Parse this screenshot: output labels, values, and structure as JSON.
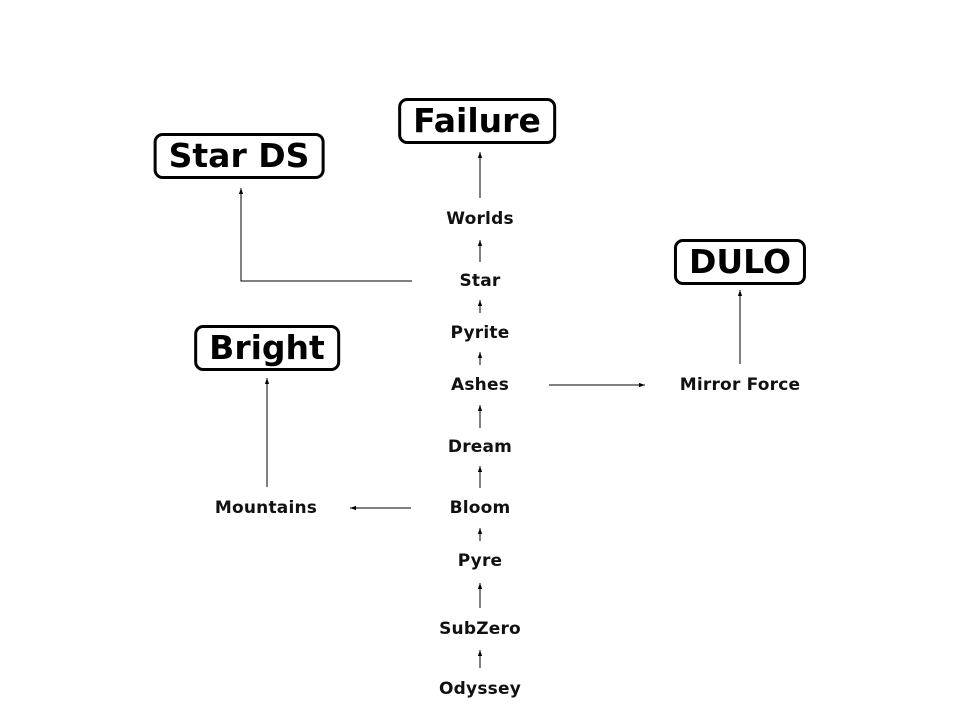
{
  "colors": {
    "ink": "#000000",
    "background": "#ffffff"
  },
  "nodes": {
    "worlds": "Worlds",
    "star": "Star",
    "pyrite": "Pyrite",
    "ashes": "Ashes",
    "dream": "Dream",
    "bloom": "Bloom",
    "pyre": "Pyre",
    "subzero": "SubZero",
    "odyssey": "Odyssey",
    "mountains": "Mountains",
    "mirror_force": "Mirror Force"
  },
  "terminals": {
    "failure": "Failure",
    "star_ds": "Star DS",
    "dulo": "DULO",
    "bright": "Bright"
  },
  "edges": [
    {
      "from": "odyssey",
      "to": "subzero"
    },
    {
      "from": "subzero",
      "to": "pyre"
    },
    {
      "from": "pyre",
      "to": "bloom"
    },
    {
      "from": "bloom",
      "to": "dream"
    },
    {
      "from": "dream",
      "to": "ashes"
    },
    {
      "from": "ashes",
      "to": "pyrite"
    },
    {
      "from": "pyrite",
      "to": "star"
    },
    {
      "from": "star",
      "to": "worlds"
    },
    {
      "from": "worlds",
      "to": "failure"
    },
    {
      "from": "star",
      "to": "star_ds"
    },
    {
      "from": "ashes",
      "to": "mirror_force"
    },
    {
      "from": "mirror_force",
      "to": "dulo"
    },
    {
      "from": "bloom",
      "to": "mountains"
    },
    {
      "from": "mountains",
      "to": "bright"
    }
  ]
}
